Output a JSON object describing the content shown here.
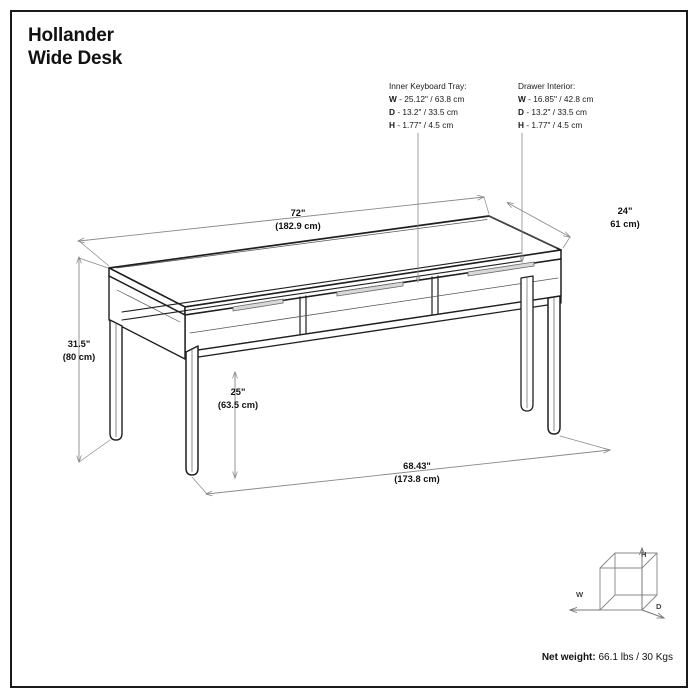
{
  "product": {
    "title_line_1": "Hollander",
    "title_line_2": "Wide Desk"
  },
  "callouts": [
    {
      "id": "inner-keyboard-tray",
      "heading": "Inner Keyboard Tray:",
      "rows": [
        {
          "key": "W",
          "value": "- 25.12\" / 63.8 cm"
        },
        {
          "key": "D",
          "value": "- 13.2\" / 33.5 cm"
        },
        {
          "key": "H",
          "value": "- 1.77\" / 4.5 cm"
        }
      ]
    },
    {
      "id": "drawer-interior",
      "heading": "Drawer Interior:",
      "rows": [
        {
          "key": "W",
          "value": "- 16.85\" / 42.8 cm"
        },
        {
          "key": "D",
          "value": "- 13.2\" / 33.5 cm"
        },
        {
          "key": "H",
          "value": "- 1.77\" / 4.5 cm"
        }
      ]
    }
  ],
  "dimensions": {
    "top_width": {
      "imperial": "72\"",
      "metric": "(182.9 cm)"
    },
    "right_depth": {
      "imperial": "24\"",
      "metric": "61 cm)"
    },
    "left_height": {
      "imperial": "31.5\"",
      "metric": "(80 cm)"
    },
    "inner_height": {
      "imperial": "25\"",
      "metric": "(63.5 cm)"
    },
    "bottom_width": {
      "imperial": "68.43\"",
      "metric": "(173.8 cm)"
    }
  },
  "legend": {
    "width_label": "W",
    "height_label": "H",
    "depth_label": "D"
  },
  "footer": {
    "net_weight_label": "Net weight:",
    "net_weight_value": "66.1 lbs / 30 Kgs"
  },
  "colors": {
    "ink": "#1a1a1a",
    "line": "#222222",
    "dim_line": "#8a8a8a",
    "legend_line": "#777777",
    "background": "#ffffff"
  }
}
